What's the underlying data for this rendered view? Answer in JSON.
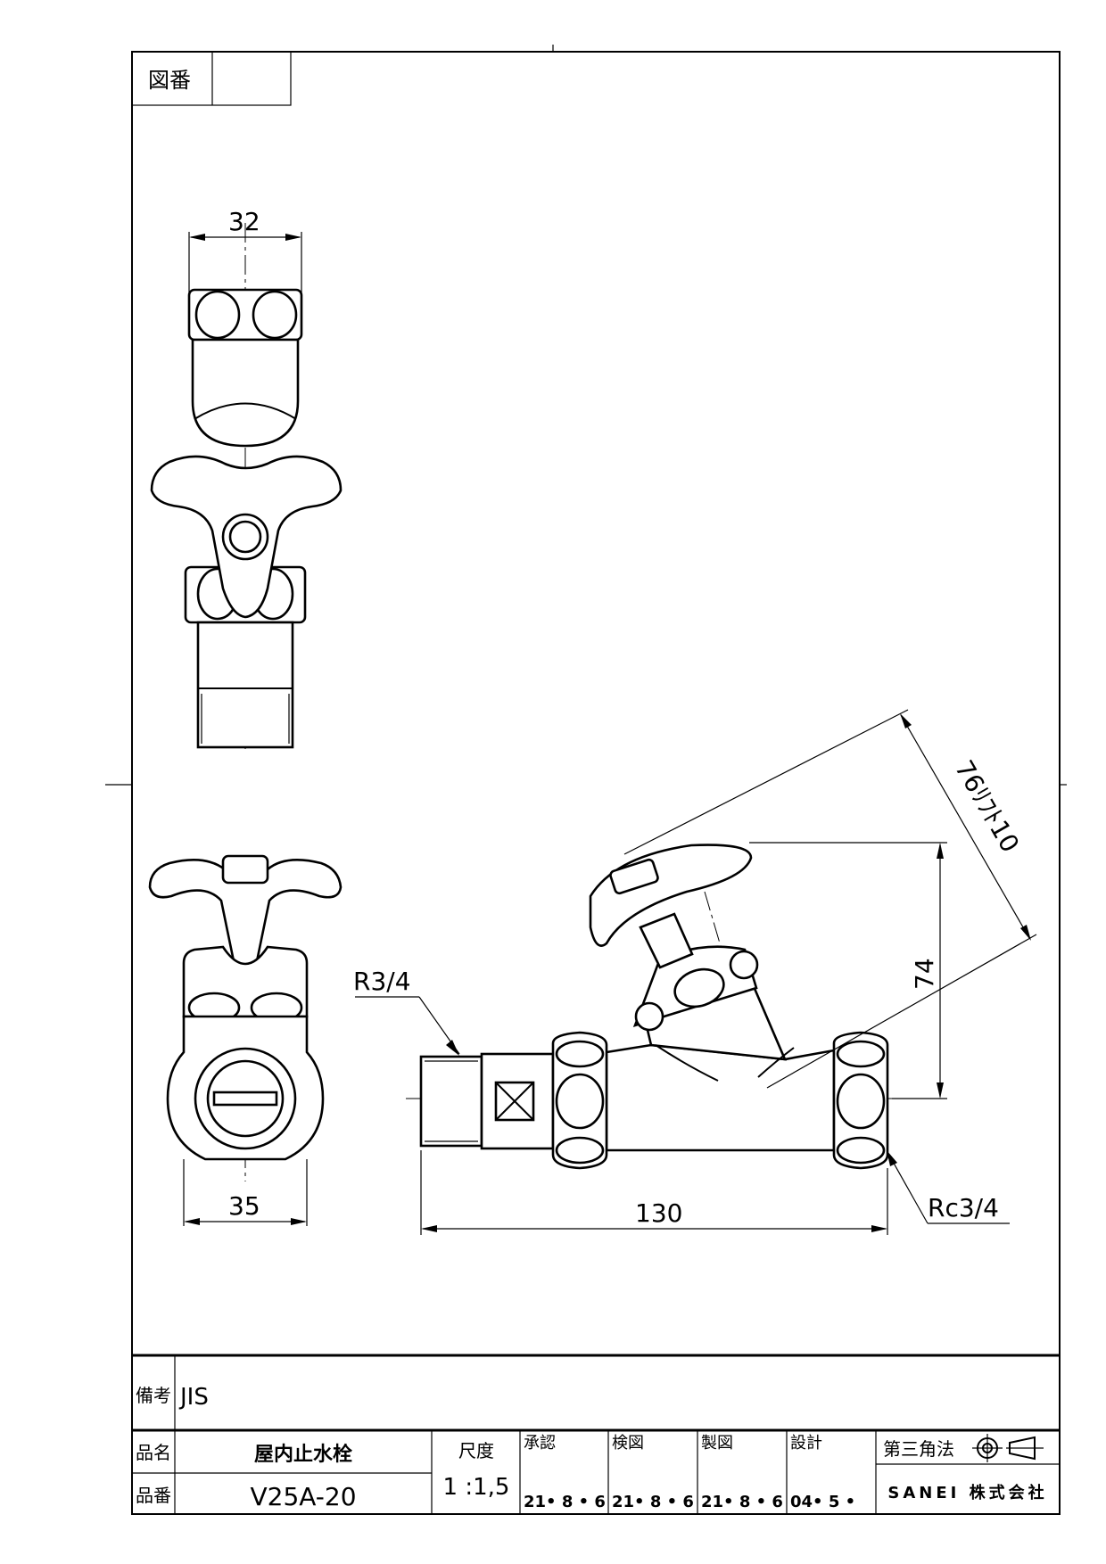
{
  "drawing_number_label": "図番",
  "drawing_number_value": "",
  "dimensions": {
    "top_view_width": "32",
    "side_view_width": "35",
    "overall_length": "130",
    "height": "74",
    "lift": "76ﾘﾌﾄ10",
    "inlet_thread": "R3/4",
    "outlet_thread": "Rc3/4"
  },
  "title_block": {
    "remarks_label": "備考",
    "remarks_value": "JIS",
    "product_name_label": "品名",
    "product_name_value": "屋内止水栓",
    "product_number_label": "品番",
    "product_number_value": "V25A-20",
    "scale_label": "尺度",
    "scale_value": "1 :1,5",
    "approval_label": "承認",
    "approval_date": "21• 8 • 6",
    "check_label": "検図",
    "check_date": "21• 8 • 6",
    "drafting_label": "製図",
    "drafting_date": "21• 8 • 6",
    "design_label": "設計",
    "design_date": "04• 5 •",
    "projection_label": "第三角法",
    "company": "SANEI 株式会社"
  }
}
